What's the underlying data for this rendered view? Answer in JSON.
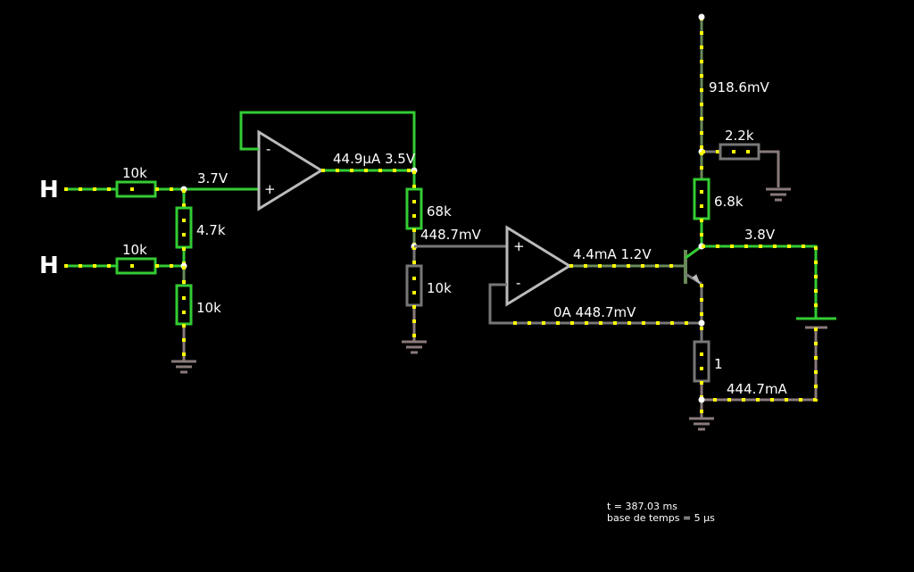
{
  "inputs": {
    "in1": "H",
    "in2": "H"
  },
  "labels": {
    "r_in1": "10k",
    "r_in2": "10k",
    "r_mid": "4.7k",
    "r_bot": "10k",
    "v_in": "3.7V",
    "oa1_out": "44.9µA 3.5V",
    "r_68k": "68k",
    "v_div": "448.7mV",
    "r_div_bot": "10k",
    "oa2_out": "4.4mA 1.2V",
    "feedback": "0A 448.7mV",
    "v_top": "918.6mV",
    "r_2k2": "2.2k",
    "r_6k8": "6.8k",
    "v_collector": "3.8V",
    "r_1": "1",
    "i_load": "444.7mA",
    "oa1_minus": "-",
    "oa1_plus": "+",
    "oa2_plus": "+",
    "oa2_minus": "-"
  },
  "status": {
    "time": "t = 387.03 ms",
    "timebase": "base de temps = 5 µs"
  },
  "colors": {
    "wire_high": "#33cc33",
    "wire_low": "#777777",
    "current_dots": "#ffff00",
    "background": "#000000"
  }
}
